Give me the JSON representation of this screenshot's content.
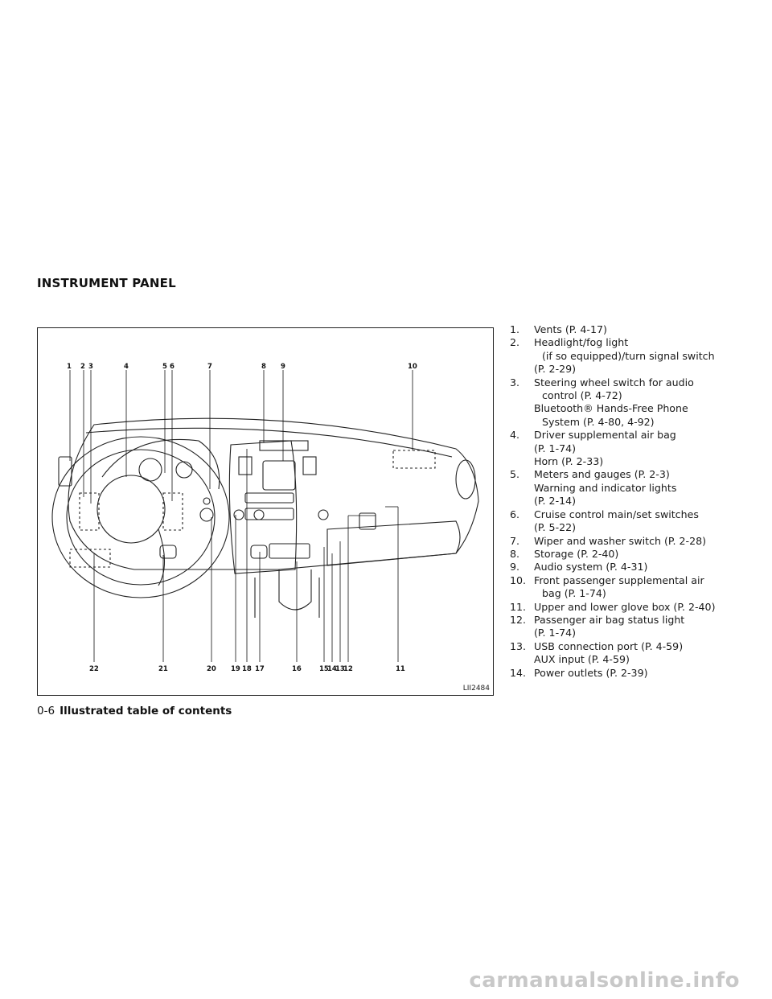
{
  "section_title": "INSTRUMENT PANEL",
  "figure": {
    "id": "LII2484",
    "top_callouts": [
      "1",
      "2",
      "3",
      "4",
      "5",
      "6",
      "7",
      "8",
      "9",
      "10"
    ],
    "bottom_callouts": [
      "22",
      "21",
      "20",
      "19",
      "18",
      "17",
      "16",
      "15",
      "14",
      "13",
      "12",
      "11"
    ]
  },
  "toc": [
    {
      "num": "1.",
      "lines": [
        "Vents (P. 4-17)"
      ]
    },
    {
      "num": "2.",
      "lines": [
        "Headlight/fog light",
        "(if so equipped)/turn signal switch",
        "(P. 2-29)"
      ]
    },
    {
      "num": "3.",
      "lines": [
        "Steering wheel switch for audio",
        "control (P. 4-72)",
        "Bluetooth® Hands-Free Phone",
        "System (P. 4-80, 4-92)"
      ]
    },
    {
      "num": "4.",
      "lines": [
        "Driver supplemental air bag",
        "(P. 1-74)",
        "Horn (P. 2-33)"
      ]
    },
    {
      "num": "5.",
      "lines": [
        "Meters and gauges (P. 2-3)",
        "Warning and indicator lights",
        "(P. 2-14)"
      ]
    },
    {
      "num": "6.",
      "lines": [
        "Cruise control main/set switches",
        "(P. 5-22)"
      ]
    },
    {
      "num": "7.",
      "lines": [
        "Wiper and washer switch (P. 2-28)"
      ]
    },
    {
      "num": "8.",
      "lines": [
        "Storage (P. 2-40)"
      ]
    },
    {
      "num": "9.",
      "lines": [
        "Audio system (P. 4-31)"
      ]
    },
    {
      "num": "10.",
      "lines": [
        "Front passenger supplemental air",
        "bag (P. 1-74)"
      ]
    },
    {
      "num": "11.",
      "lines": [
        "Upper and lower glove box (P. 2-40)"
      ]
    },
    {
      "num": "12.",
      "lines": [
        "Passenger air bag status light",
        "(P. 1-74)"
      ]
    },
    {
      "num": "13.",
      "lines": [
        "USB connection port (P. 4-59)",
        "AUX input (P. 4-59)"
      ]
    },
    {
      "num": "14.",
      "lines": [
        "Power outlets (P. 2-39)"
      ]
    }
  ],
  "footer": {
    "page": "0-6",
    "title": "Illustrated table of contents"
  },
  "watermark": "carmanualsonline.info"
}
